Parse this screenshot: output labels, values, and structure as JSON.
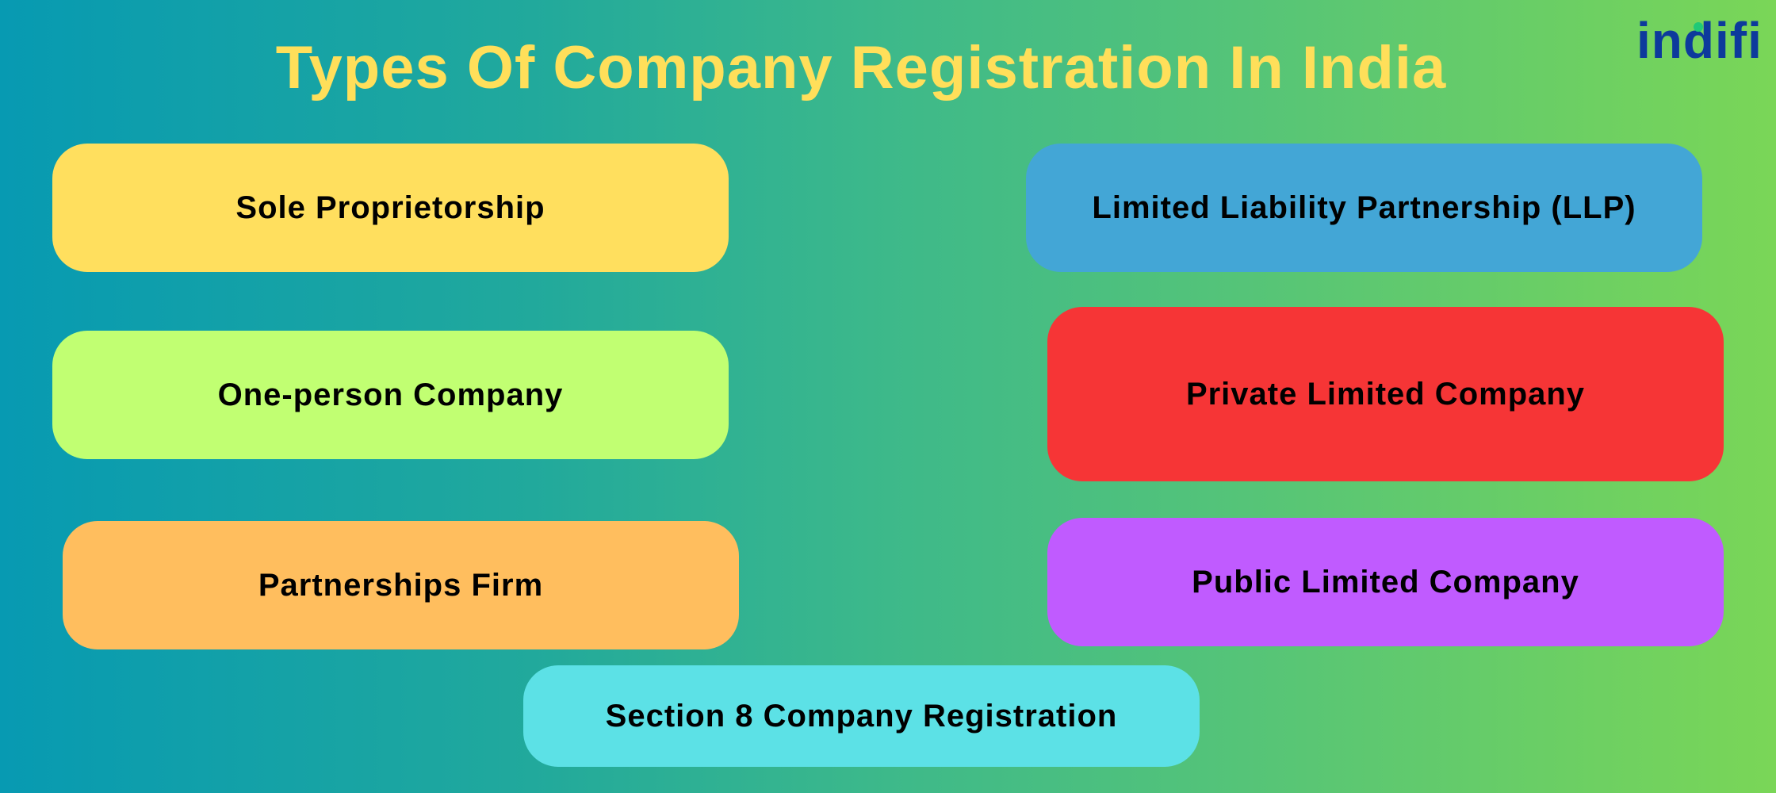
{
  "title": "Types Of Company Registration In India",
  "logo": "indifi",
  "cards": [
    {
      "label": "Sole Proprietorship",
      "color": "#ffdf5e"
    },
    {
      "label": "One-person Company",
      "color": "#c1ff72"
    },
    {
      "label": "Partnerships Firm",
      "color": "#ffbe5e"
    },
    {
      "label": "Limited Liability Partnership (LLP)",
      "color": "#43a6d6"
    },
    {
      "label": "Private Limited Company",
      "color": "#f63536"
    },
    {
      "label": "Public Limited Company",
      "color": "#c05bff"
    },
    {
      "label": "Section 8 Company Registration",
      "color": "#5ce1e6"
    }
  ]
}
